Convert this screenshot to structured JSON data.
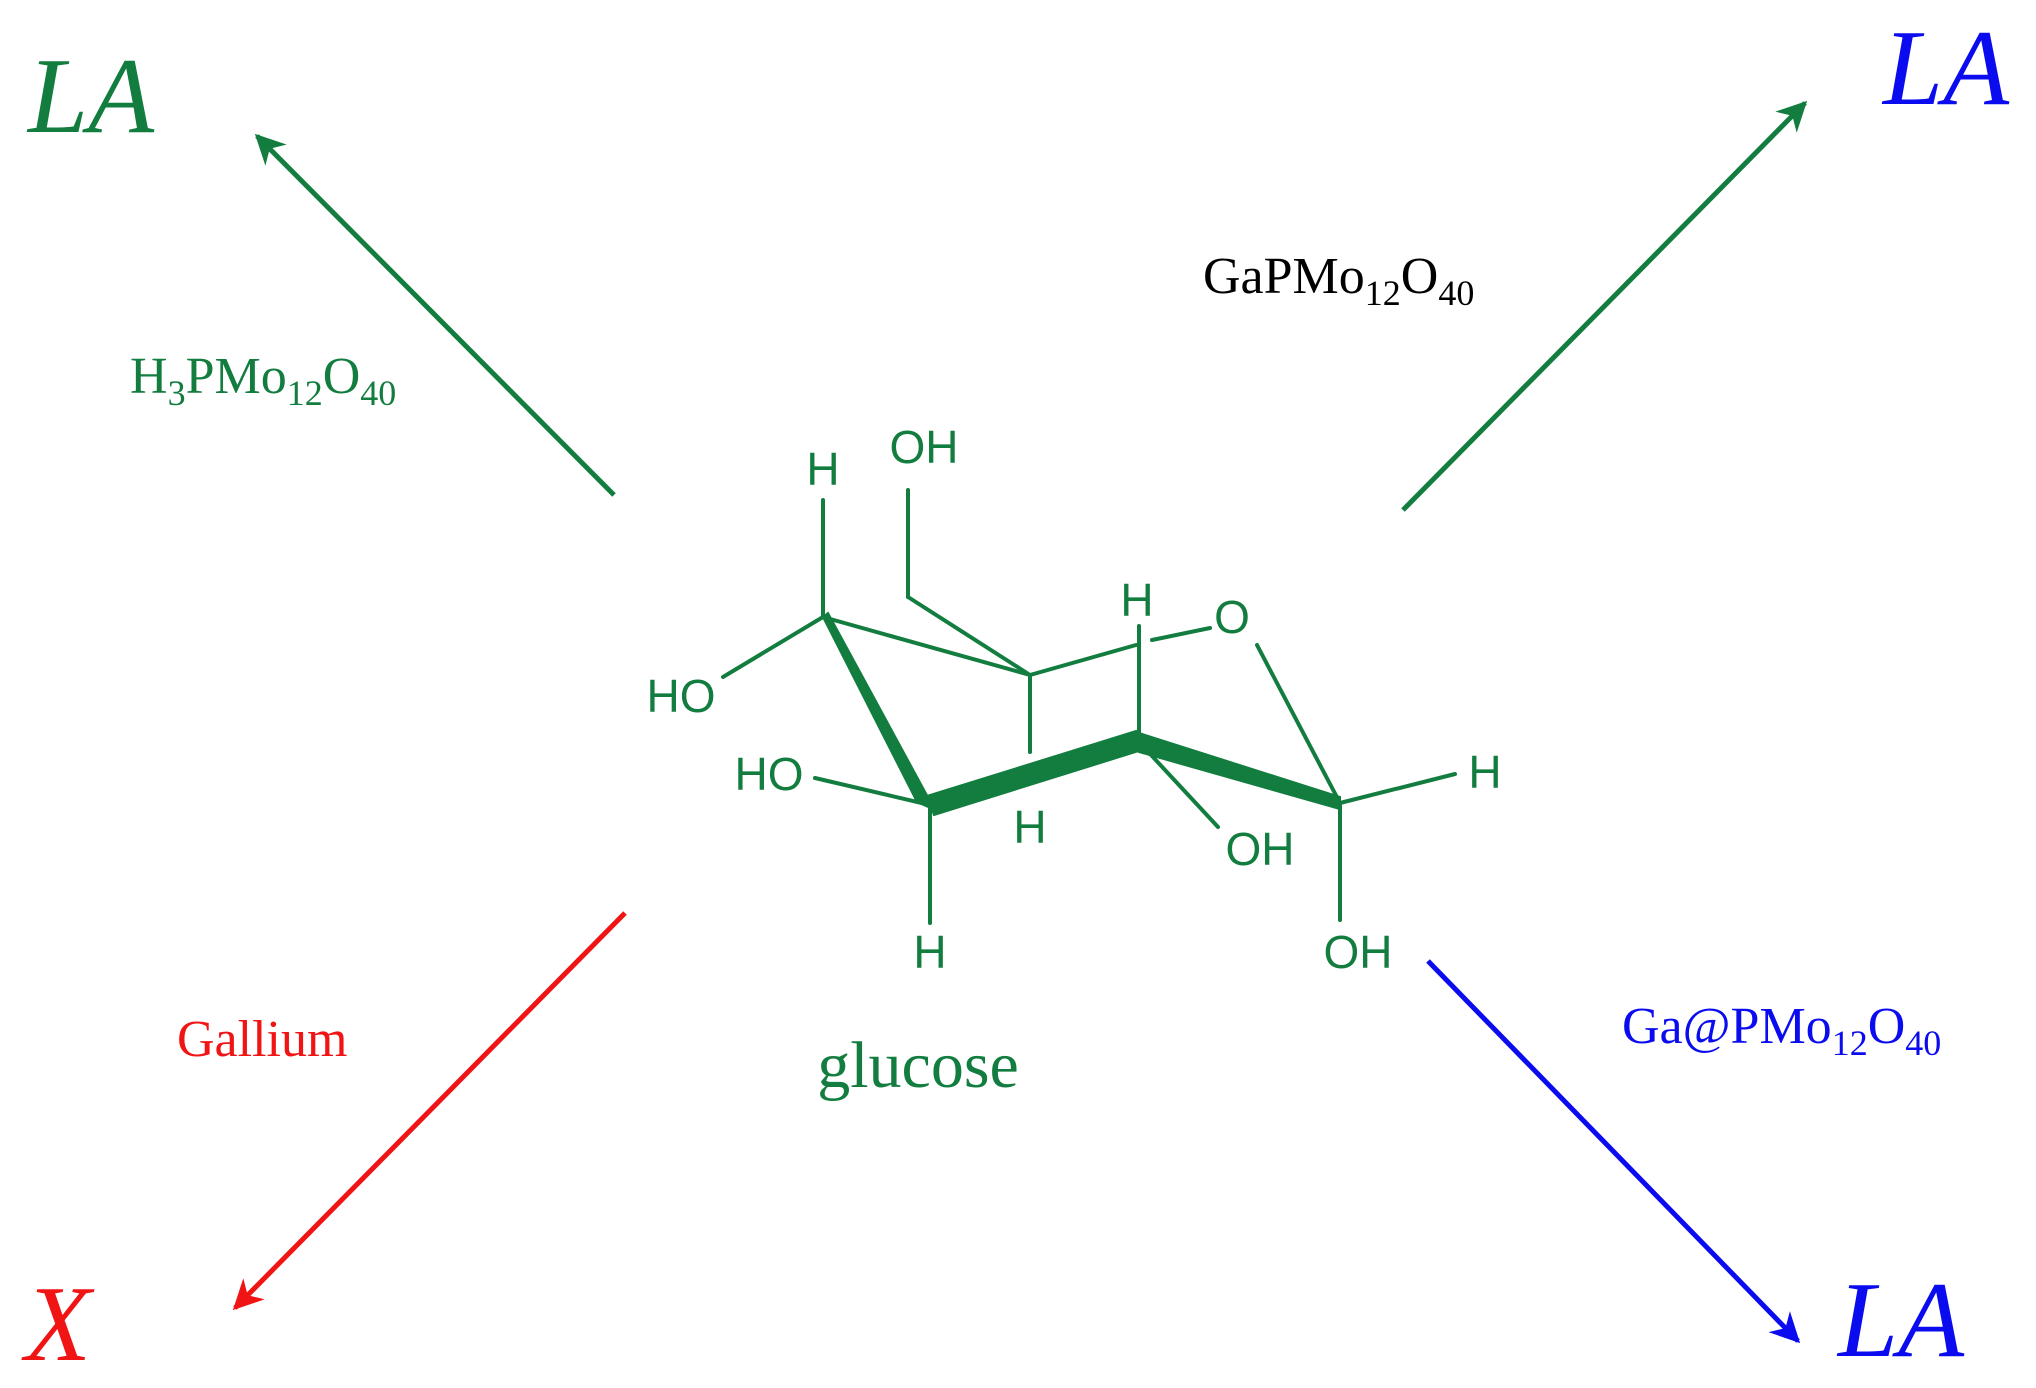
{
  "colors": {
    "green": "#127d3f",
    "blue": "#0b0bf0",
    "red": "#f01414",
    "black": "#000000"
  },
  "products": {
    "top_left": "LA",
    "top_right": "LA",
    "bottom_left": "X",
    "bottom_right": "LA"
  },
  "catalysts": {
    "h3": {
      "a": "H",
      "b": "3",
      "c": "PMo",
      "d": "12",
      "e": "O",
      "f": "40"
    },
    "gapmo": {
      "a": "GaPMo",
      "b": "12",
      "c": "O",
      "d": "40"
    },
    "gallium": "Gallium",
    "ga_at": {
      "a": "Ga@PMo",
      "b": "12",
      "c": "O",
      "d": "40"
    }
  },
  "molecule": {
    "name": "glucose",
    "atoms": {
      "oh_top": "OH",
      "h_top": "H",
      "ho_left1": "HO",
      "ho_left2": "HO",
      "h_mid_top": "H",
      "ring_o": "O",
      "h_right": "H",
      "h_mid_bottom": "H",
      "oh_mid": "OH",
      "h_bottom": "H",
      "oh_bottom": "OH"
    }
  }
}
